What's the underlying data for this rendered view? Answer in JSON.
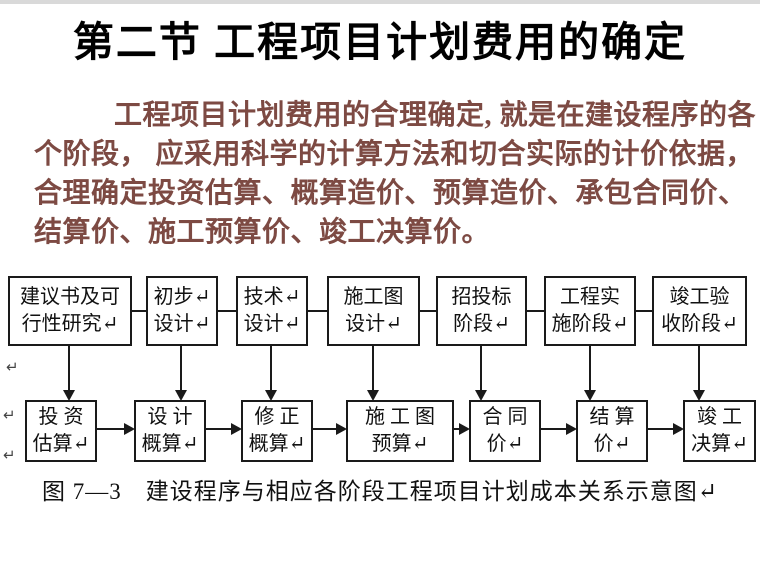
{
  "slide": {
    "title": "第二节 工程项目计划费用的确定",
    "paragraph": {
      "color": "#7d4a43",
      "line1": "工程项目计划费用的合理确定, 就是在建设程序的各",
      "line2": "个阶段， 应采用科学的计算方法和切合实际的计价依据，",
      "line3": "合理确定投资估算、概算造价、预算造价、承包合同价、",
      "line4": "结算价、施工预算价、竣工决算价。"
    }
  },
  "diagram": {
    "top_row": [
      {
        "line1": "建议书及可",
        "line2": "行性研究↵"
      },
      {
        "line1": "初步↵",
        "line2": "设计↵"
      },
      {
        "line1": "技术↵",
        "line2": "设计↵"
      },
      {
        "line1": "施工图",
        "line2": "设计↵"
      },
      {
        "line1": "招投标",
        "line2": "阶段↵"
      },
      {
        "line1": "工程实",
        "line2": "施阶段↵"
      },
      {
        "line1": "竣工验",
        "line2": "收阶段↵"
      }
    ],
    "bottom_row": [
      {
        "line1": "投 资",
        "line2": "估算↵"
      },
      {
        "line1": "设 计",
        "line2": "概算↵"
      },
      {
        "line1": "修 正",
        "line2": "概算↵"
      },
      {
        "line1": "施 工 图",
        "line2": "预算↵"
      },
      {
        "line1": "合 同",
        "line2": "价↵"
      },
      {
        "line1": "结 算",
        "line2": "价↵"
      },
      {
        "line1": "竣 工",
        "line2": "决算↵"
      }
    ],
    "margin_marks": [
      "↵",
      "↵",
      "↵"
    ],
    "caption": "图 7—3　建设程序与相应各阶段工程项目计划成本关系示意图↵",
    "line_color": "#1a1a1a"
  }
}
